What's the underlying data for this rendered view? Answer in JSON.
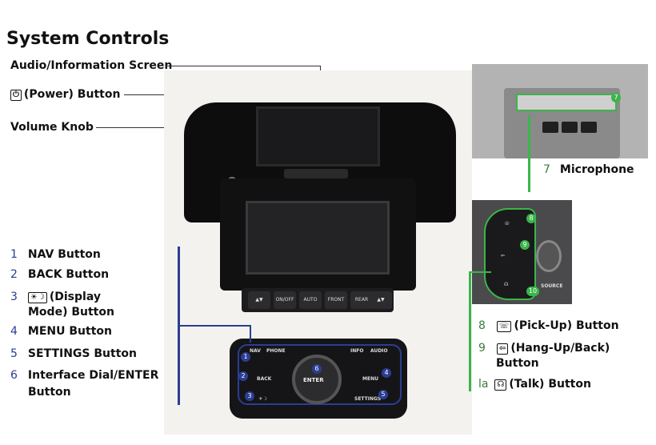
{
  "title": "System Controls",
  "top_labels": {
    "audio_screen": "Audio/Information Screen",
    "power": "(Power) Button",
    "volume": "Volume Knob"
  },
  "icons": {
    "power": "power-icon",
    "display_mode": "sun-moon-icon",
    "pick_up": "phone-pickup-icon",
    "hang_up": "hang-up-icon",
    "talk": "talk-icon"
  },
  "left_list": [
    {
      "num": "1",
      "label": "NAV Button"
    },
    {
      "num": "2",
      "label": "BACK Button"
    },
    {
      "num": "3",
      "label": "(Display",
      "label2": "Mode) Button"
    },
    {
      "num": "4",
      "label": "MENU Button"
    },
    {
      "num": "5",
      "label": "SETTINGS Button"
    },
    {
      "num": "6",
      "label": "Interface Dial/ENTER",
      "label2": "Button"
    }
  ],
  "right_list": [
    {
      "num": "7",
      "label": "Microphone"
    },
    {
      "num": "8",
      "label": "(Pick-Up) Button"
    },
    {
      "num": "9",
      "label": "(Hang-Up/Back)",
      "label2": "Button"
    },
    {
      "num": "la",
      "label": "(Talk) Button"
    }
  ],
  "console": {
    "nav": "NAV",
    "phone": "PHONE",
    "info": "INFO",
    "audio": "AUDIO",
    "back": "BACK",
    "enter": "ENTER",
    "menu": "MENU",
    "settings": "SETTINGS",
    "badges": [
      "1",
      "2",
      "3",
      "4",
      "5",
      "6"
    ]
  },
  "climate": {
    "onoff": "ON/OFF",
    "auto": "AUTO",
    "front": "FRONT",
    "rear": "REAR"
  },
  "mic_badge": "7",
  "wheel": {
    "badges": [
      "8",
      "9",
      "10"
    ],
    "source": "SOURCE"
  },
  "colors": {
    "blue": "#2b3d93",
    "green": "#3bb54a"
  }
}
